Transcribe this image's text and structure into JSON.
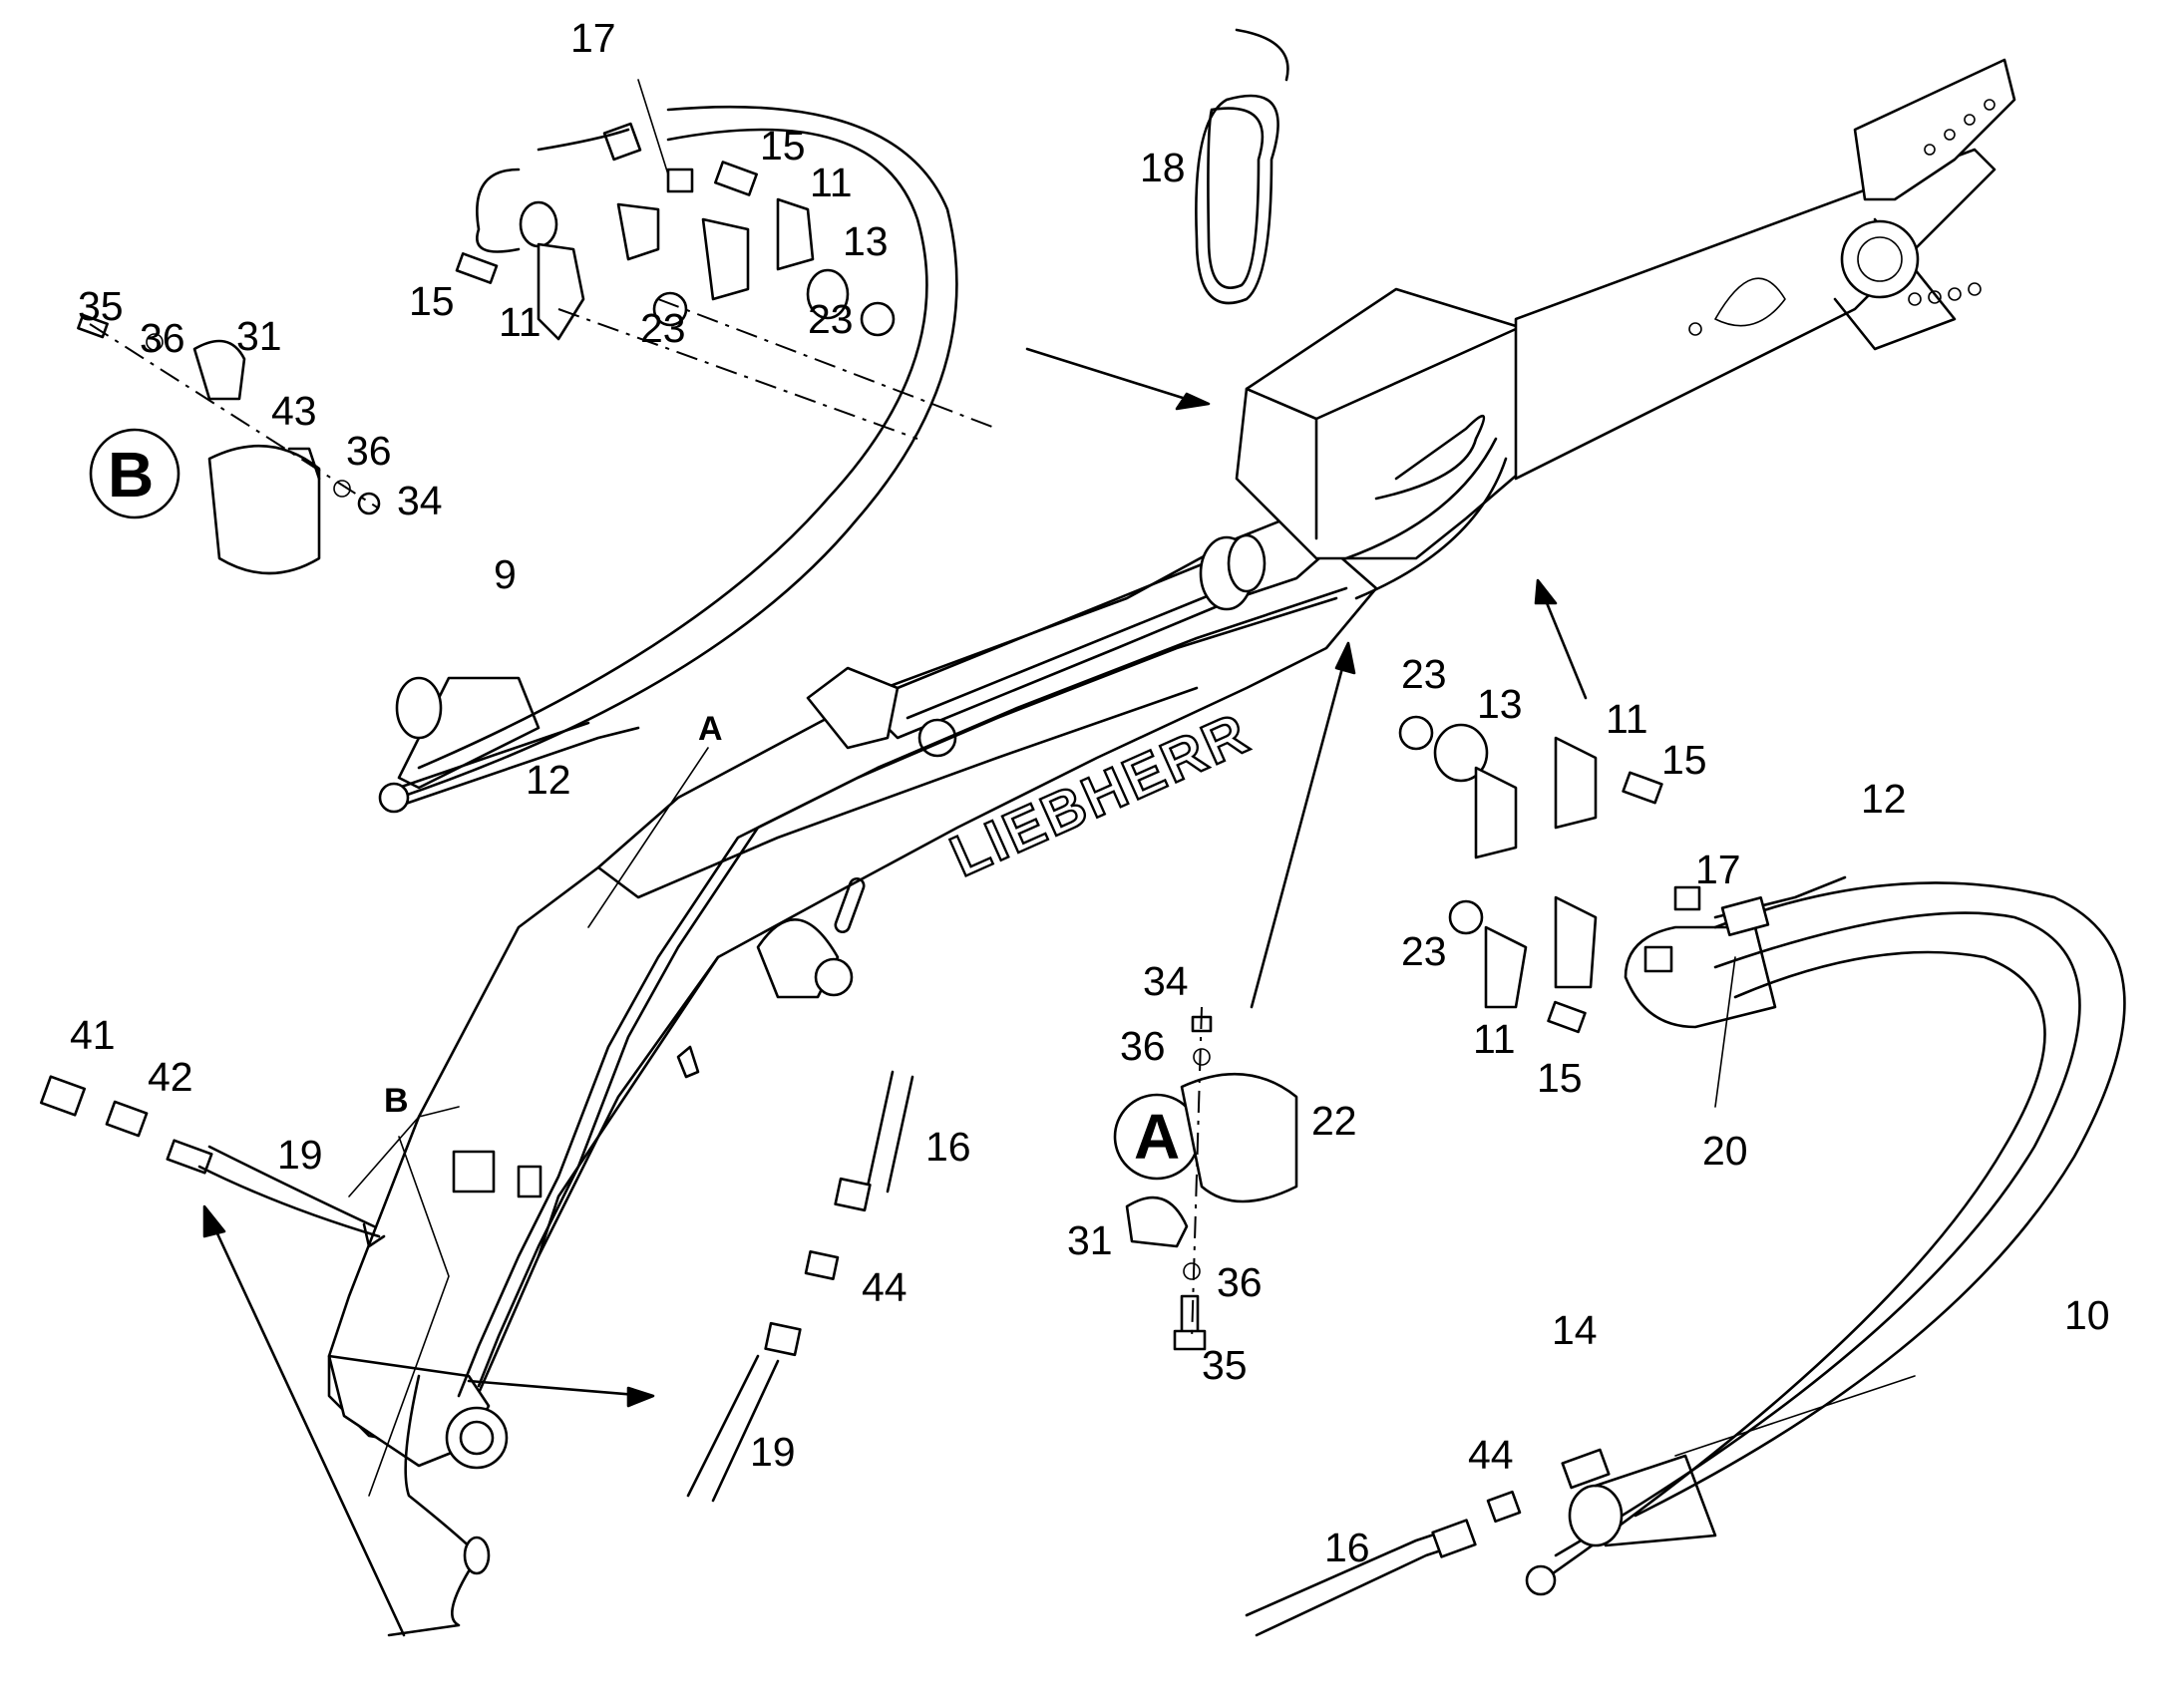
{
  "diagram": {
    "brand_text": "LIEBHERR",
    "detail_labels": {
      "a": "A",
      "b": "B"
    },
    "callouts": [
      {
        "id": "c17a",
        "text": "17"
      },
      {
        "id": "c15a",
        "text": "15"
      },
      {
        "id": "c11a",
        "text": "11"
      },
      {
        "id": "c13a",
        "text": "13"
      },
      {
        "id": "c15b",
        "text": "15"
      },
      {
        "id": "c11b",
        "text": "11"
      },
      {
        "id": "c23a",
        "text": "23"
      },
      {
        "id": "c23b",
        "text": "23"
      },
      {
        "id": "c18",
        "text": "18"
      },
      {
        "id": "c35a",
        "text": "35"
      },
      {
        "id": "c36a",
        "text": "36"
      },
      {
        "id": "c31a",
        "text": "31"
      },
      {
        "id": "c43",
        "text": "43"
      },
      {
        "id": "c36b",
        "text": "36"
      },
      {
        "id": "c34a",
        "text": "34"
      },
      {
        "id": "c9",
        "text": "9"
      },
      {
        "id": "c12a",
        "text": "12"
      },
      {
        "id": "c23c",
        "text": "23"
      },
      {
        "id": "c13b",
        "text": "13"
      },
      {
        "id": "c11c",
        "text": "11"
      },
      {
        "id": "c15c",
        "text": "15"
      },
      {
        "id": "c12b",
        "text": "12"
      },
      {
        "id": "c17b",
        "text": "17"
      },
      {
        "id": "c23d",
        "text": "23"
      },
      {
        "id": "c11d",
        "text": "11"
      },
      {
        "id": "c15d",
        "text": "15"
      },
      {
        "id": "c20",
        "text": "20"
      },
      {
        "id": "c34b",
        "text": "34"
      },
      {
        "id": "c36c",
        "text": "36"
      },
      {
        "id": "c22",
        "text": "22"
      },
      {
        "id": "c31b",
        "text": "31"
      },
      {
        "id": "c36d",
        "text": "36"
      },
      {
        "id": "c35b",
        "text": "35"
      },
      {
        "id": "c41",
        "text": "41"
      },
      {
        "id": "c42",
        "text": "42"
      },
      {
        "id": "c19a",
        "text": "19"
      },
      {
        "id": "c16a",
        "text": "16"
      },
      {
        "id": "c44a",
        "text": "44"
      },
      {
        "id": "c19b",
        "text": "19"
      },
      {
        "id": "c14",
        "text": "14"
      },
      {
        "id": "c10",
        "text": "10"
      },
      {
        "id": "c44b",
        "text": "44"
      },
      {
        "id": "c16b",
        "text": "16"
      }
    ]
  }
}
